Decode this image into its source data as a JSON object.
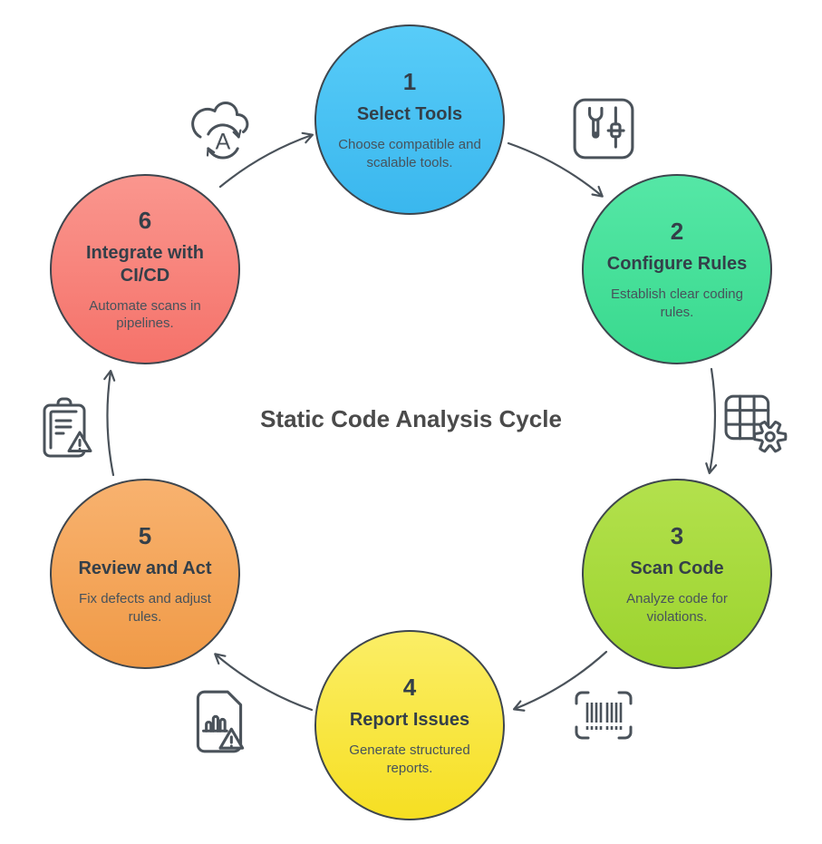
{
  "diagram": {
    "title": "Static Code Analysis Cycle",
    "stroke_color": "#4A525A",
    "auto_sync_letter": "A"
  },
  "steps": [
    {
      "number": "1",
      "title": "Select Tools",
      "description": "Choose compatible and scalable tools.",
      "color_top": "#58CCF8",
      "color_bottom": "#3AB7EE",
      "transition_icon": "tools-icon"
    },
    {
      "number": "2",
      "title": "Configure Rules",
      "description": "Establish clear coding rules.",
      "color_top": "#55E7A6",
      "color_bottom": "#39D98E",
      "transition_icon": "table-settings-icon"
    },
    {
      "number": "3",
      "title": "Scan Code",
      "description": "Analyze code for violations.",
      "color_top": "#B3E14D",
      "color_bottom": "#9CD32E",
      "transition_icon": "barcode-scan-icon"
    },
    {
      "number": "4",
      "title": "Report Issues",
      "description": "Generate structured reports.",
      "color_top": "#FBEE66",
      "color_bottom": "#F6DF22",
      "transition_icon": "report-warning-icon"
    },
    {
      "number": "5",
      "title": "Review and Act",
      "description": "Fix defects and adjust rules.",
      "color_top": "#F8B26F",
      "color_bottom": "#F09A47",
      "transition_icon": "clipboard-warning-icon"
    },
    {
      "number": "6",
      "title": "Integrate with CI/CD",
      "description": "Automate scans in pipelines.",
      "color_top": "#FA968E",
      "color_bottom": "#F5726A",
      "transition_icon": "auto-sync-cloud-icon"
    }
  ]
}
